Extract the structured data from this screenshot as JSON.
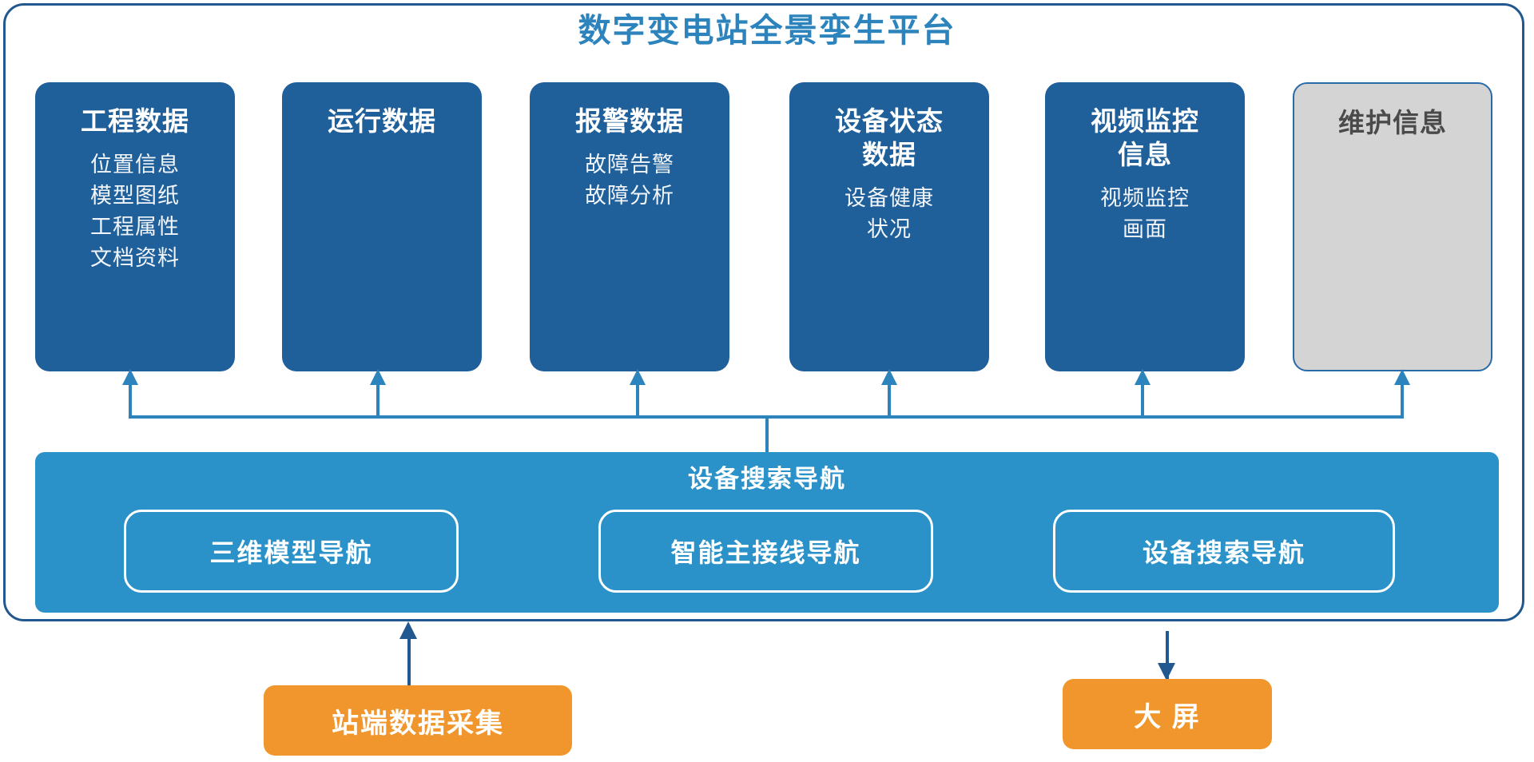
{
  "platform": {
    "title": "数字变电站全景孪生平台",
    "title_color": "#2d84bd"
  },
  "cards": [
    {
      "title": "工程数据",
      "items": [
        "位置信息",
        "模型图纸",
        "工程属性",
        "文档资料"
      ],
      "style": "primary",
      "color": "#1f5f9a"
    },
    {
      "title": "运行数据",
      "items": [],
      "style": "primary",
      "color": "#1f5f9a"
    },
    {
      "title": "报警数据",
      "items": [
        "故障告警",
        "故障分析"
      ],
      "style": "primary",
      "color": "#1f5f9a"
    },
    {
      "title": "设备状态\n数据",
      "items": [
        "设备健康",
        "状况"
      ],
      "style": "primary",
      "color": "#1f5f9a"
    },
    {
      "title": "视频监控\n信息",
      "items": [
        "视频监控",
        "画面"
      ],
      "style": "primary",
      "color": "#1f5f9a"
    },
    {
      "title": "维护信息",
      "items": [],
      "style": "muted",
      "color": "#d4d4d4"
    }
  ],
  "nav_bar": {
    "title": "设备搜索导航",
    "color": "#2a92c9",
    "buttons": [
      {
        "label": "三维模型导航"
      },
      {
        "label": "智能主接线导航"
      },
      {
        "label": "设备搜索导航"
      }
    ]
  },
  "external": {
    "source": {
      "label": "站端数据采集",
      "color": "#f0962c"
    },
    "sink": {
      "label": "大 屏",
      "color": "#f0962c"
    }
  },
  "connectors": {
    "bus_color": "#2d84bd",
    "external_arrow_color": "#21588f"
  }
}
